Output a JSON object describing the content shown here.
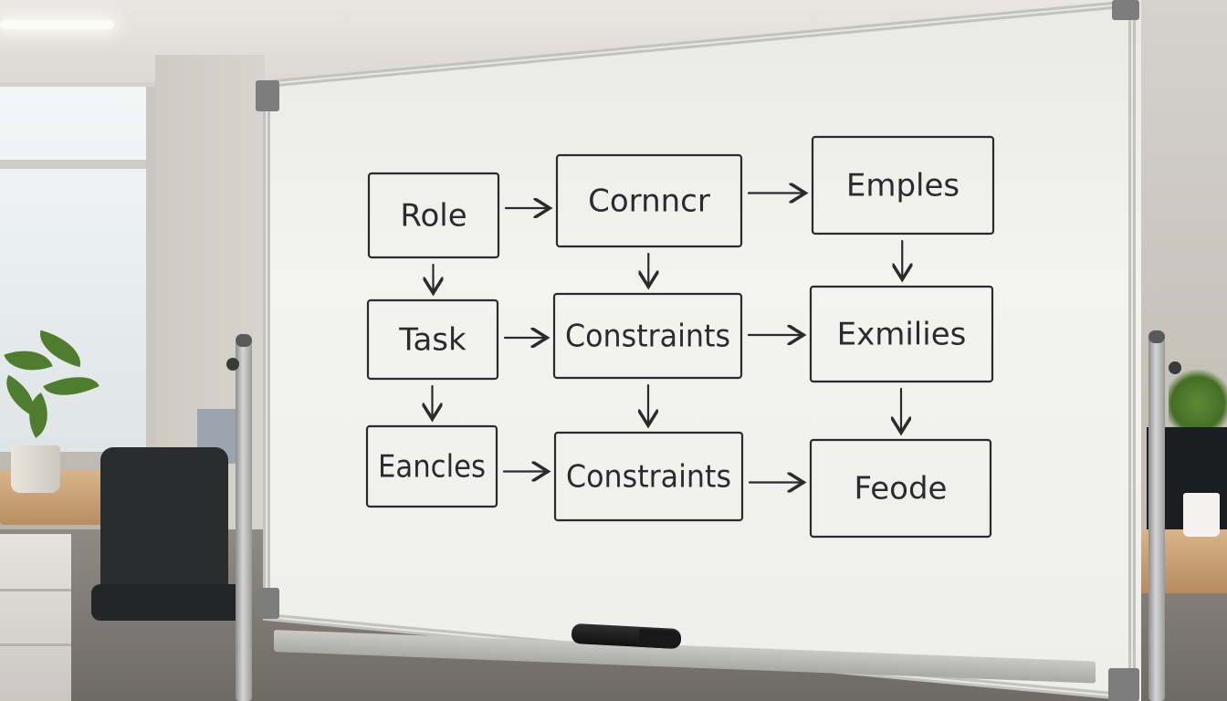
{
  "whiteboard": {
    "boxes": [
      {
        "id": "role",
        "label": "Role"
      },
      {
        "id": "cornncr",
        "label": "Cornncr"
      },
      {
        "id": "emples",
        "label": "Emples"
      },
      {
        "id": "task",
        "label": "Task"
      },
      {
        "id": "constraints-1",
        "label": "Constraints"
      },
      {
        "id": "exmilies",
        "label": "Exmilies"
      },
      {
        "id": "eancles",
        "label": "Eancles"
      },
      {
        "id": "constraints-2",
        "label": "Constraints"
      },
      {
        "id": "feode",
        "label": "Feode"
      }
    ],
    "arrows": [
      {
        "from": "role",
        "to": "cornncr"
      },
      {
        "from": "cornncr",
        "to": "emples"
      },
      {
        "from": "role",
        "to": "task"
      },
      {
        "from": "cornncr",
        "to": "constraints-1"
      },
      {
        "from": "emples",
        "to": "exmilies"
      },
      {
        "from": "task",
        "to": "constraints-1"
      },
      {
        "from": "constraints-1",
        "to": "exmilies"
      },
      {
        "from": "task",
        "to": "eancles"
      },
      {
        "from": "constraints-1",
        "to": "constraints-2"
      },
      {
        "from": "exmilies",
        "to": "feode"
      },
      {
        "from": "eancles",
        "to": "constraints-2"
      },
      {
        "from": "constraints-2",
        "to": "feode"
      }
    ],
    "ink_color": "#2b2b2b",
    "marker_color": "#151516"
  }
}
